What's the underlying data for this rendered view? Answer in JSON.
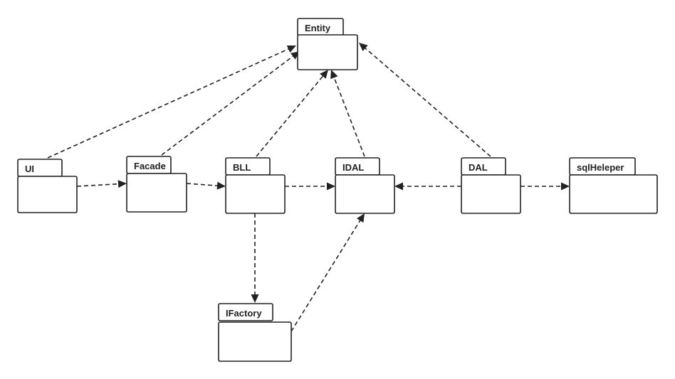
{
  "packages": [
    {
      "id": "entity",
      "label": "Entity"
    },
    {
      "id": "ui",
      "label": "UI"
    },
    {
      "id": "facade",
      "label": "Facade"
    },
    {
      "id": "bll",
      "label": "BLL"
    },
    {
      "id": "idal",
      "label": "IDAL"
    },
    {
      "id": "dal",
      "label": "DAL"
    },
    {
      "id": "sqlheleper",
      "label": "sqlHeleper"
    },
    {
      "id": "ifactory",
      "label": "IFactory"
    }
  ],
  "dependencies": [
    {
      "from": "ui",
      "to": "entity"
    },
    {
      "from": "facade",
      "to": "entity"
    },
    {
      "from": "bll",
      "to": "entity"
    },
    {
      "from": "idal",
      "to": "entity"
    },
    {
      "from": "dal",
      "to": "entity"
    },
    {
      "from": "ui",
      "to": "facade"
    },
    {
      "from": "facade",
      "to": "bll"
    },
    {
      "from": "bll",
      "to": "idal"
    },
    {
      "from": "dal",
      "to": "idal"
    },
    {
      "from": "dal",
      "to": "sqlheleper"
    },
    {
      "from": "bll",
      "to": "ifactory"
    },
    {
      "from": "ifactory",
      "to": "idal"
    }
  ],
  "style": {
    "stroke": "#222222",
    "fill": "#ffffff"
  }
}
